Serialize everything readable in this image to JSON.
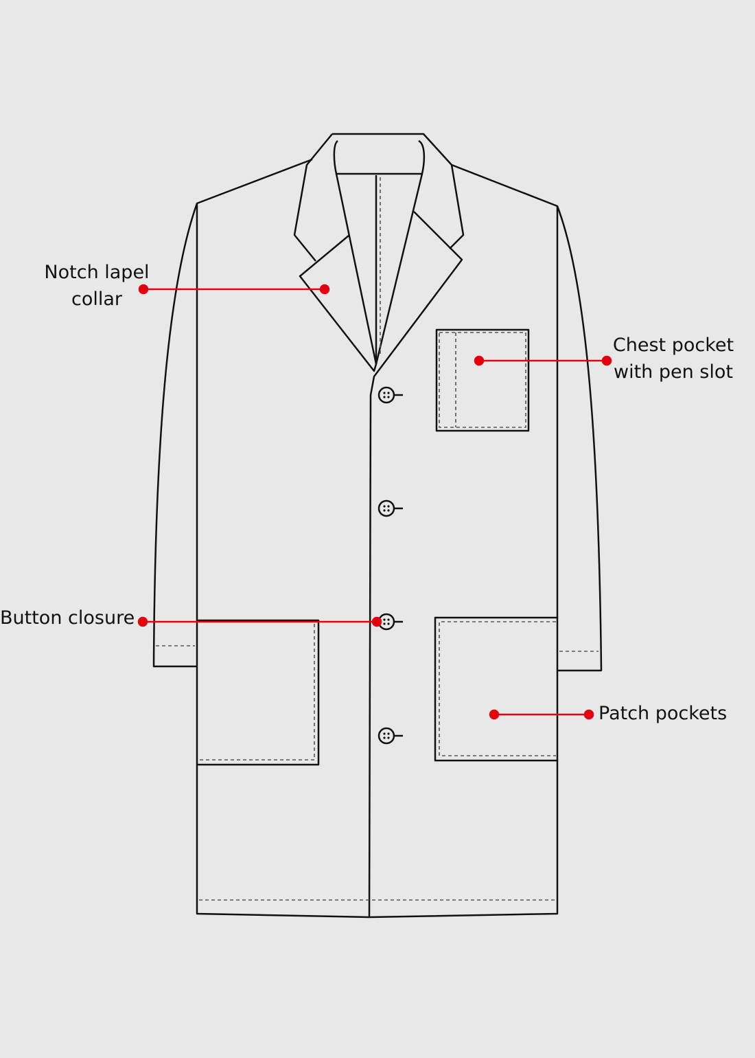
{
  "colors": {
    "background": "#e8e8e8",
    "outline": "#111111",
    "callout": "#e3000f"
  },
  "callouts": [
    {
      "id": "notch-lapel-collar",
      "lines": [
        "Notch lapel",
        "collar"
      ]
    },
    {
      "id": "chest-pocket",
      "lines": [
        "Chest pocket",
        "with pen slot"
      ]
    },
    {
      "id": "button-closure",
      "lines": [
        "Button closure"
      ]
    },
    {
      "id": "patch-pockets",
      "lines": [
        "Patch pockets"
      ]
    }
  ]
}
